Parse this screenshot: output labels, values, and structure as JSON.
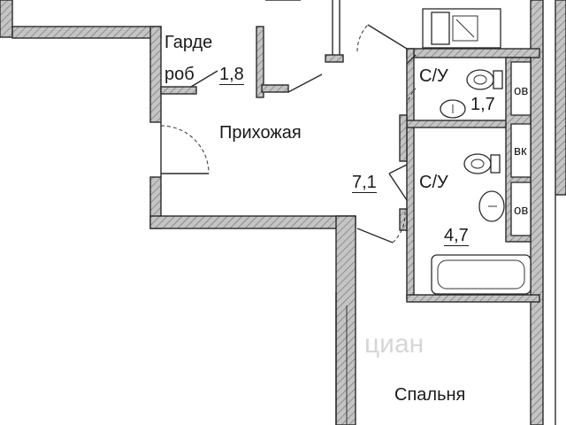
{
  "rooms": {
    "wardrobe_line1": "Гарде",
    "wardrobe_line2": "роб",
    "wardrobe_area": "1,8",
    "hall_name": "Прихожая",
    "hall_area": "7,1",
    "wc1_name": "С/У",
    "wc1_area": "1,7",
    "wc2_name": "С/У",
    "wc2_area": "4,7",
    "bedroom_name": "Спальня"
  },
  "shafts": {
    "shaft1": "ов",
    "shaft2": "вк",
    "shaft3": "ов"
  },
  "watermark": "циан",
  "colors": {
    "wall_fill": "#b9b9b9",
    "line": "#2a2a2a",
    "watermark": "#d6d6d6"
  }
}
